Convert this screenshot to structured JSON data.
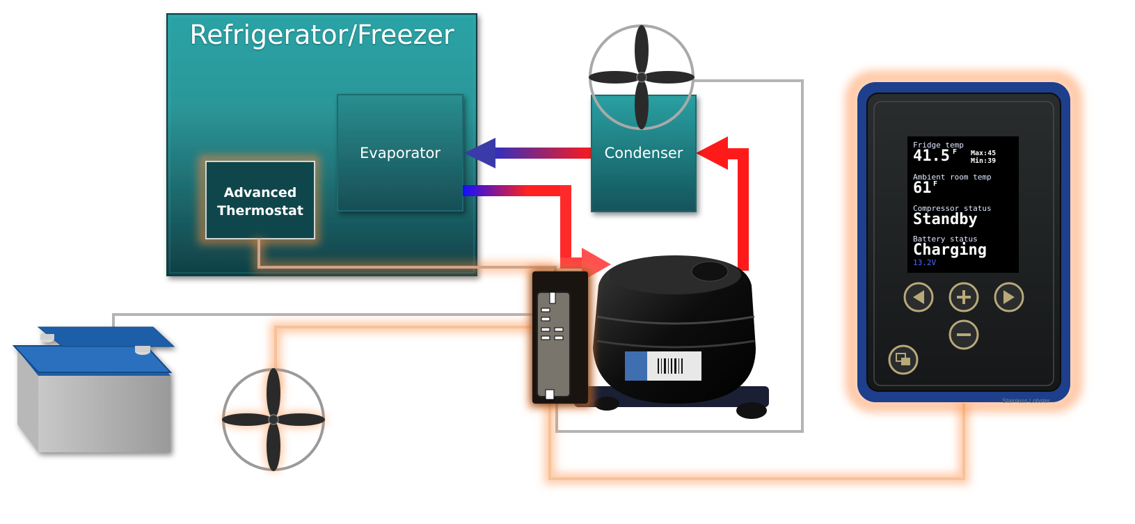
{
  "fridge": {
    "title": "Refrigerator/Freezer"
  },
  "evaporator": {
    "label": "Evaporator"
  },
  "condenser": {
    "label": "Condenser"
  },
  "thermostat": {
    "line1": "Advanced",
    "line2": "Thermostat"
  },
  "controller": {
    "brand": "Stainless Lobster",
    "display": {
      "fridge_temp_label": "Fridge temp",
      "fridge_temp_value": "41.5",
      "fridge_temp_unit": "F",
      "max_label": "Max:45",
      "min_label": "Min:39",
      "ambient_label": "Ambient room temp",
      "ambient_value": "61",
      "ambient_unit": "F",
      "compressor_label": "Compressor status",
      "compressor_value": "Standby",
      "battery_label": "Battery status",
      "battery_value": "Charging",
      "battery_voltage": "13.2V"
    }
  },
  "colors": {
    "cabinet_teal": "#2e9ea0",
    "hot_line": "#ff1a1a",
    "cold_line": "#1a1aff",
    "wire_gray": "#b4b4b4",
    "control_wire": "#f0a060",
    "battery_top": "#1f5fa8",
    "controller_bezel": "#1d3f8c"
  }
}
